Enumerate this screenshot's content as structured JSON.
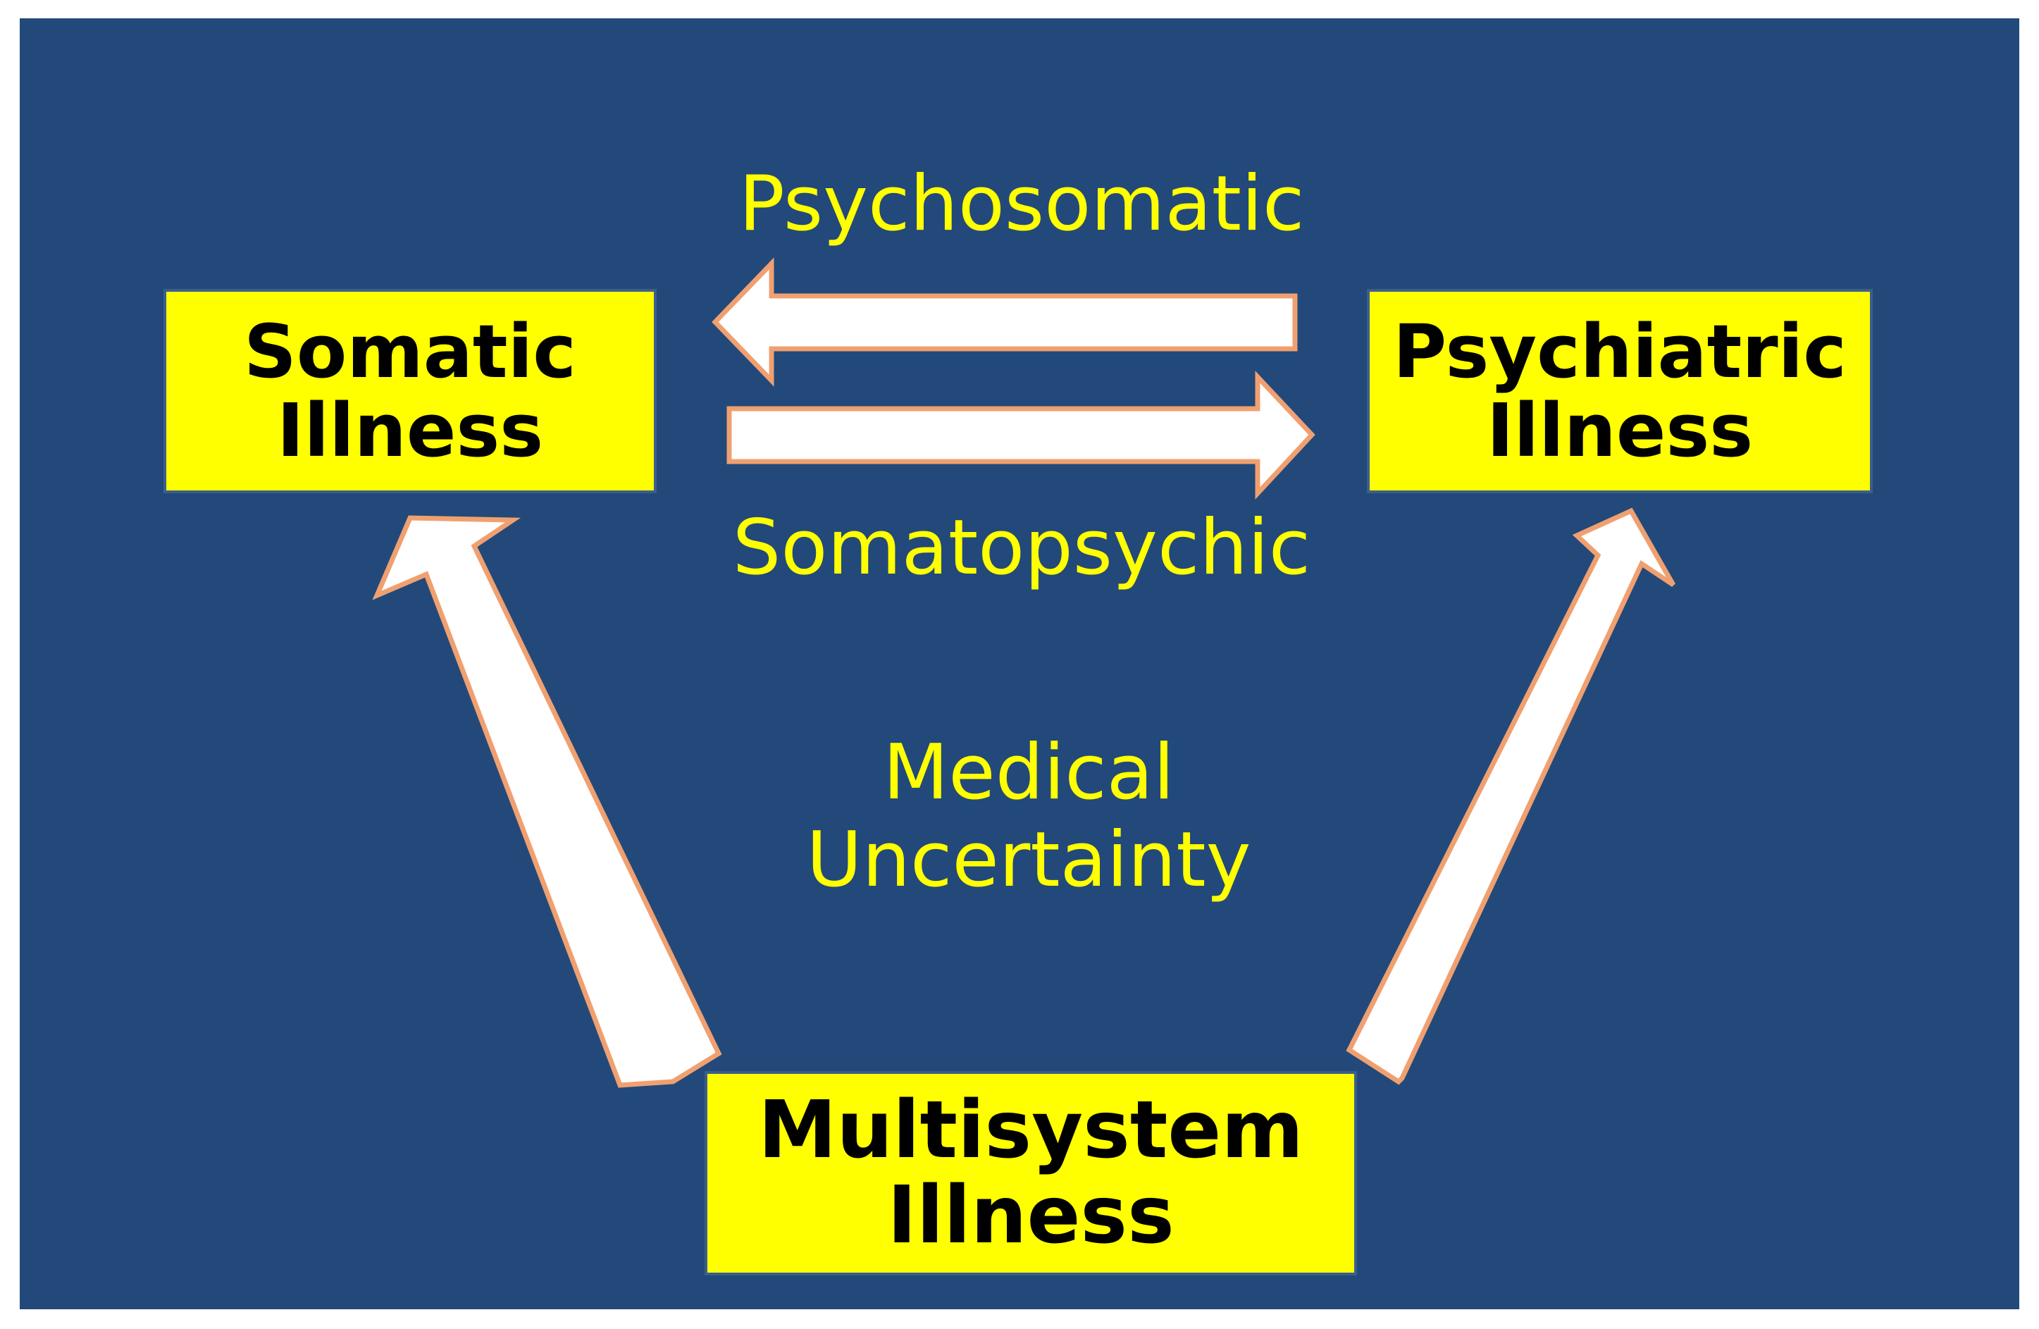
{
  "nodes": {
    "somatic": {
      "line1": "Somatic",
      "line2": "Illness"
    },
    "psychiatric": {
      "line1": "Psychiatric",
      "line2": "Illness"
    },
    "multisystem": {
      "line1": "Multisystem",
      "line2": "Illness"
    }
  },
  "edges": {
    "psychosomatic": "Psychosomatic",
    "somatopsychic": "Somatopsychic"
  },
  "center_label": {
    "line1": "Medical",
    "line2": "Uncertainty"
  },
  "colors": {
    "background": "#22497A",
    "box_fill": "#FFFF00",
    "label_text": "#FFFF00",
    "arrow_fill": "#FFFFFF",
    "arrow_stroke": "#F0A070"
  }
}
